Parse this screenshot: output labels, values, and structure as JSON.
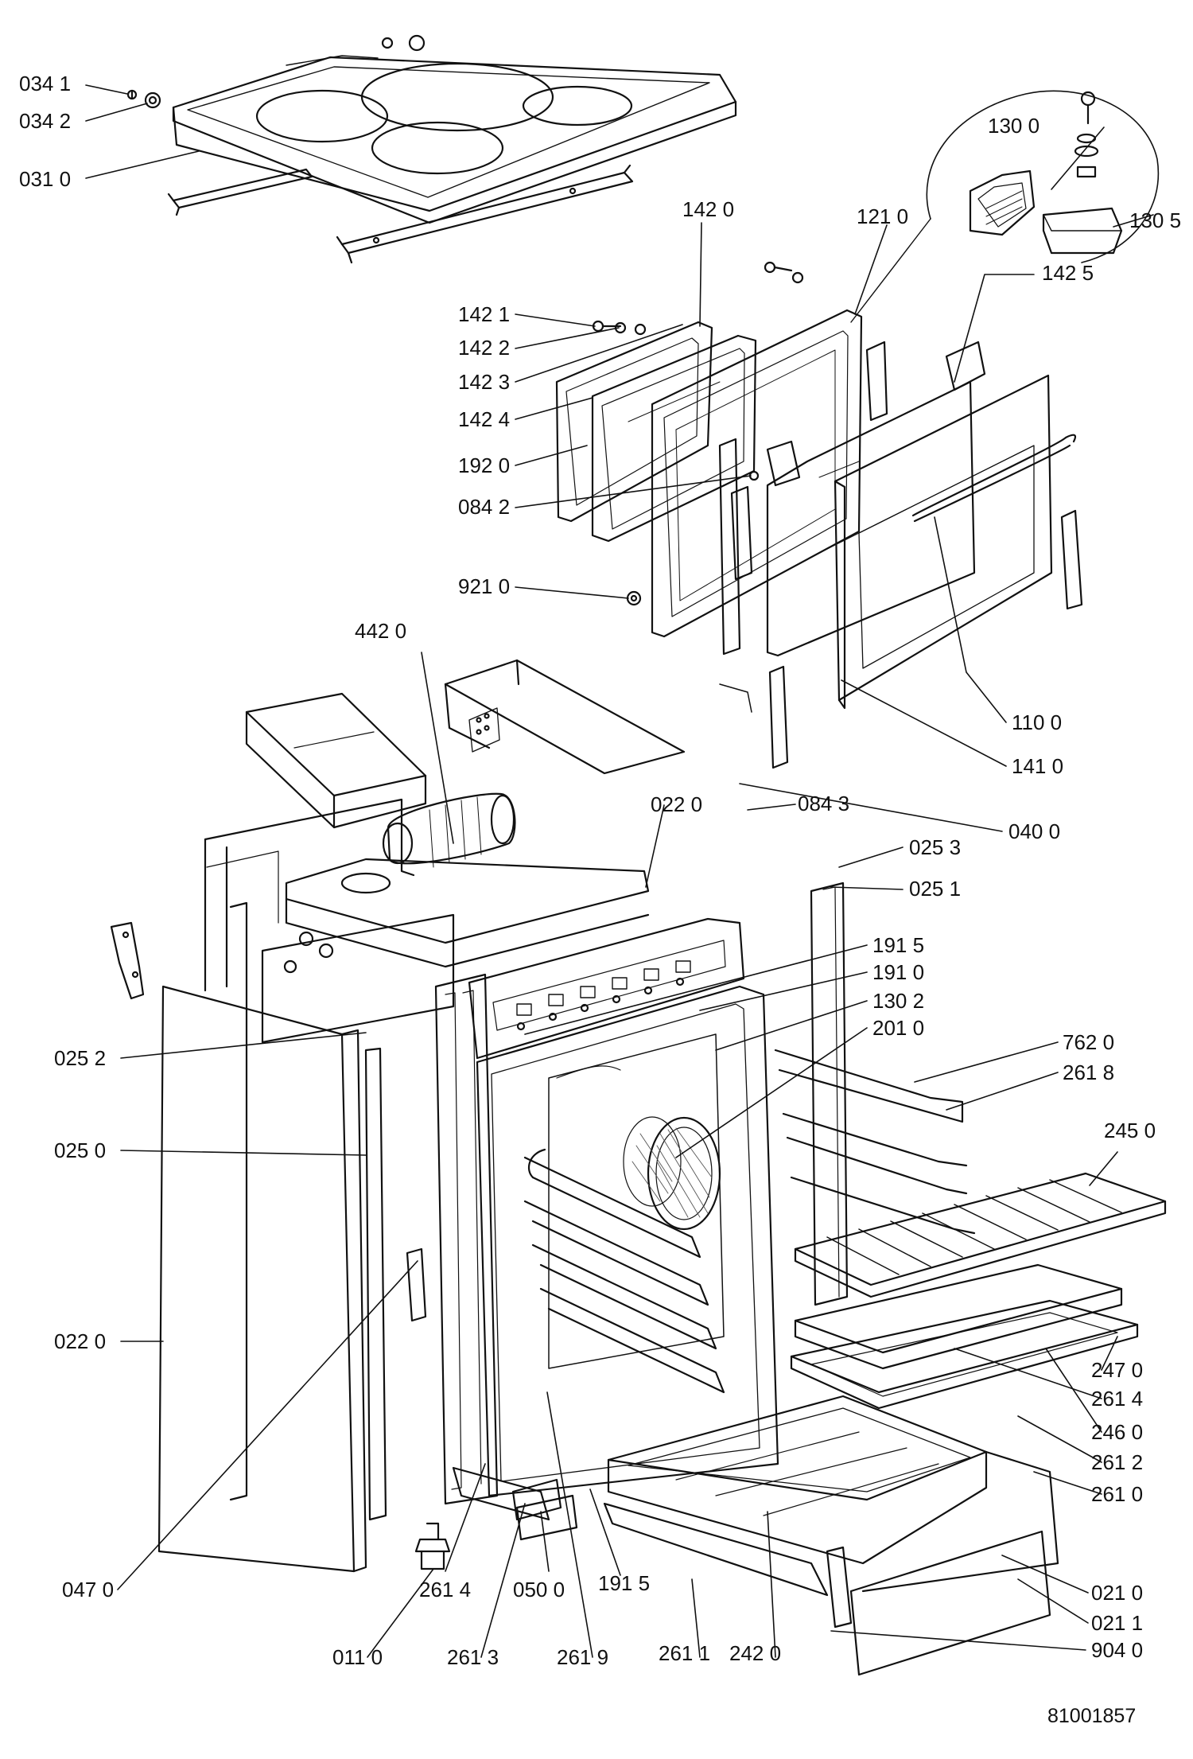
{
  "colors": {
    "ink": "#111111",
    "paper": "#ffffff",
    "hatch": "#555555"
  },
  "callouts": {
    "p0341": "034 1",
    "p0342": "034 2",
    "p0310": "031 0",
    "p1300": "130 0",
    "p1305": "130 5",
    "p1420": "142 0",
    "p1210": "121 0",
    "p1421": "142 1",
    "p1422": "142 2",
    "p1423": "142 3",
    "p1424": "142 4",
    "p1425": "142 5",
    "p1920": "192 0",
    "p0842": "084 2",
    "p9210": "921 0",
    "p4420": "442 0",
    "p1100": "110 0",
    "p1410": "141 0",
    "p0220top": "022 0",
    "p0843": "084 3",
    "p0400": "040 0",
    "p0253": "025 3",
    "p0251": "025 1",
    "p1915top": "191 5",
    "p1910": "191 0",
    "p1302": "130 2",
    "p2010": "201 0",
    "p7620": "762 0",
    "p2618": "261 8",
    "p0252": "025 2",
    "p2450": "245 0",
    "p0250": "025 0",
    "p0220left": "022 0",
    "p2470": "247 0",
    "p2614right": "261 4",
    "p2460": "246 0",
    "p2612": "261 2",
    "p2610": "261 0",
    "p0210": "021 0",
    "p0211": "021 1",
    "p9040": "904 0",
    "p0470": "047 0",
    "p2614bottom": "261 4",
    "p0500": "050 0",
    "p1915bottom": "191 5",
    "p0110": "011 0",
    "p2613": "261 3",
    "p2619": "261 9",
    "p2611": "261 1",
    "p2420": "242 0"
  },
  "drawing_code": "81001857"
}
